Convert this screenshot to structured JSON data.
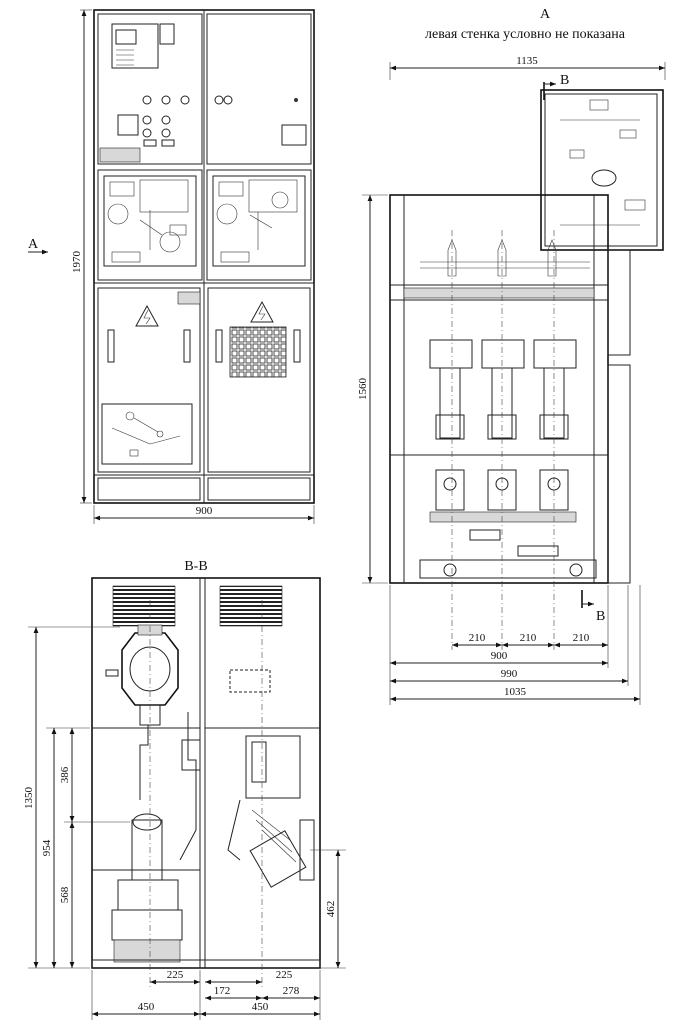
{
  "view_a": {
    "letter": "A",
    "note": "левая стенка условно не показана"
  },
  "front_view": {
    "arrow_label": "A",
    "dim_height": "1970",
    "dim_width": "900"
  },
  "side_view": {
    "section_mark_top": "B",
    "section_mark_bottom": "B",
    "dim_top_width": "1135",
    "dim_height": "1560",
    "dim_pitch_1": "210",
    "dim_pitch_2": "210",
    "dim_pitch_3": "210",
    "dim_900": "900",
    "dim_990": "990",
    "dim_1035": "1035"
  },
  "section_view": {
    "title": "B-B",
    "dim_1350": "1350",
    "dim_954": "954",
    "dim_386": "386",
    "dim_568": "568",
    "dim_462": "462",
    "dim_225_left": "225",
    "dim_225_right": "225",
    "dim_172": "172",
    "dim_278": "278",
    "dim_450_left": "450",
    "dim_450_right": "450"
  }
}
